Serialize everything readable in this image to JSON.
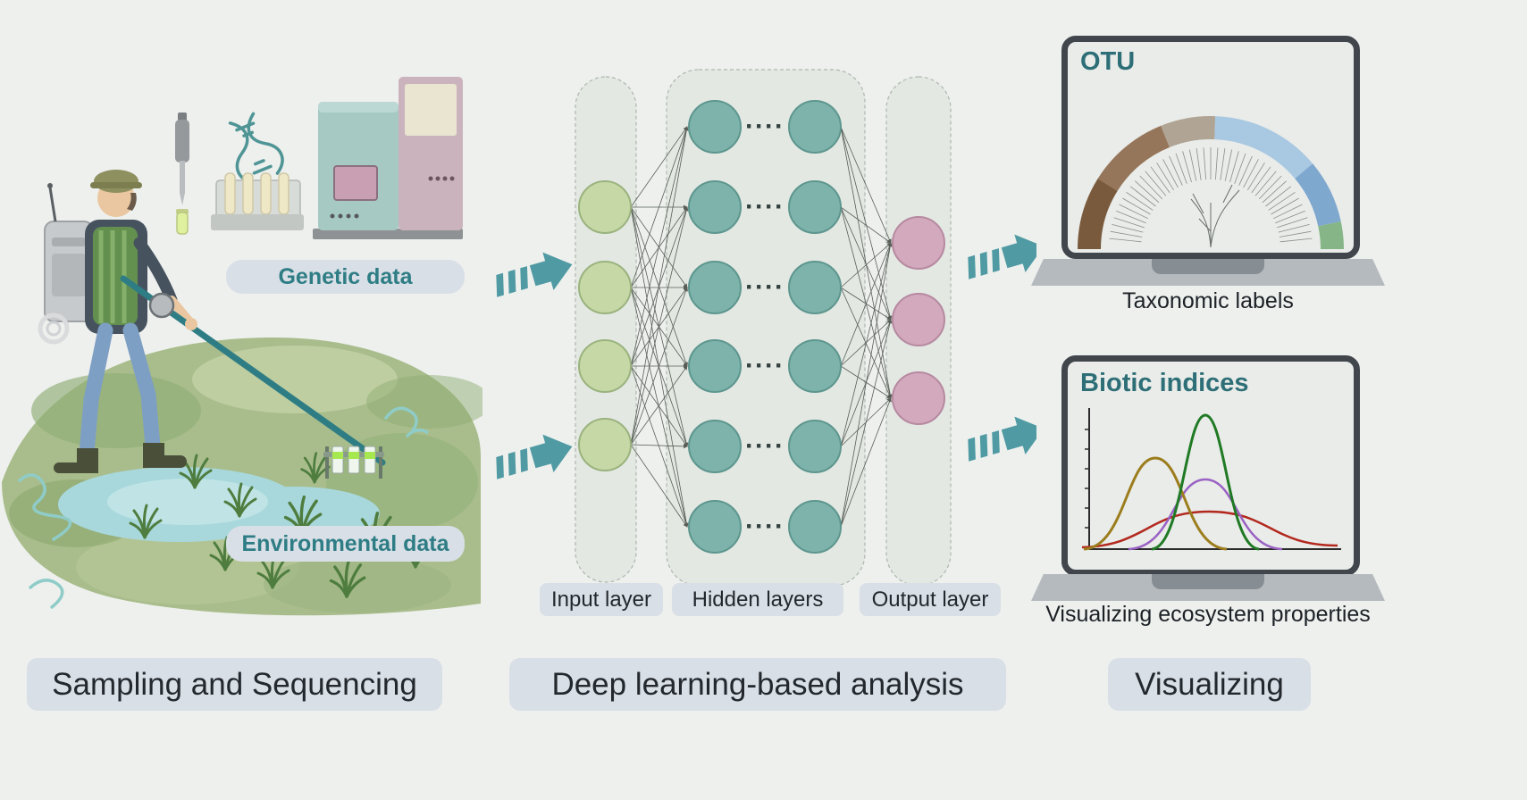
{
  "colors": {
    "accent_teal": "#4f9aa3",
    "label_teal": "#2e7d85",
    "pill_bg": "#d9dfe6",
    "input_node": "#c7d8a7",
    "hidden_node": "#7db3ab",
    "output_node": "#d3a9bd",
    "curve_colors": [
      "#9c7d1d",
      "#207a24",
      "#9a62c4",
      "#b3281e"
    ]
  },
  "sampling": {
    "genetic_label": "Genetic data",
    "environmental_label": "Environmental data",
    "title": "Sampling and Sequencing"
  },
  "network": {
    "input_label": "Input layer",
    "hidden_label": "Hidden layers",
    "output_label": "Output layer",
    "dots": "····",
    "title": "Deep learning-based analysis"
  },
  "visualizing": {
    "otu_title": "OTU",
    "taxonomic_caption": "Taxonomic labels",
    "biotic_title": "Biotic indices",
    "ecosystem_caption": "Visualizing ecosystem properties",
    "title": "Visualizing"
  }
}
